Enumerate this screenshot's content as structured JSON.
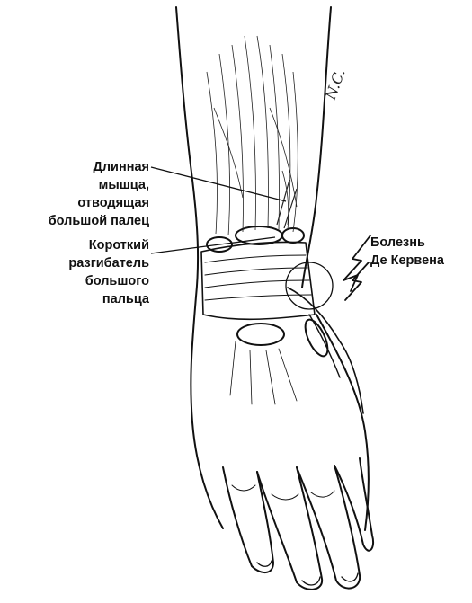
{
  "labels": {
    "abductor": {
      "lines": [
        "Длинная",
        "мышца,",
        "отводящая",
        "большой палец"
      ]
    },
    "extensor": {
      "lines": [
        "Короткий",
        "разгибатель",
        "большого",
        "пальца"
      ]
    },
    "disease": {
      "lines": [
        "Болезнь",
        "Де Кервена"
      ]
    }
  },
  "artist_signature": "N.C."
}
